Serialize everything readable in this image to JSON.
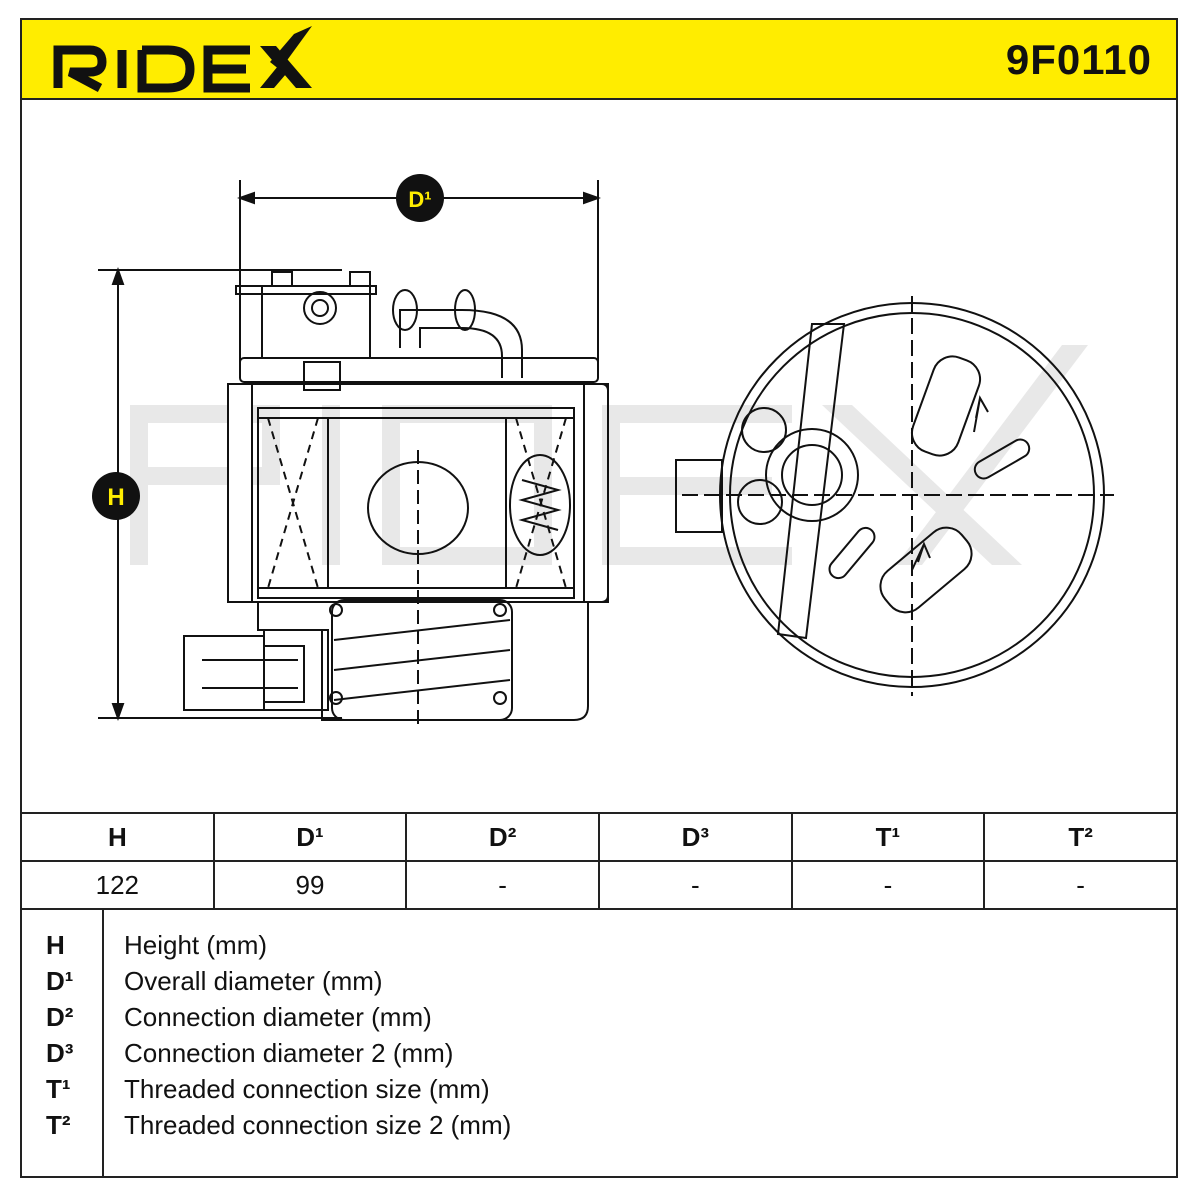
{
  "header": {
    "brand": "RIDEX",
    "part_number": "9F0110",
    "brand_color": "#ffed00"
  },
  "drawing": {
    "labels": {
      "height": "H",
      "diameter": "D¹"
    },
    "watermark": "RIDEX"
  },
  "table": {
    "headers": [
      "H",
      "D¹",
      "D²",
      "D³",
      "T¹",
      "T²"
    ],
    "values": [
      "122",
      "99",
      "-",
      "-",
      "-",
      "-"
    ]
  },
  "legend": [
    {
      "key": "H",
      "text": "Height (mm)"
    },
    {
      "key": "D¹",
      "text": "Overall diameter (mm)"
    },
    {
      "key": "D²",
      "text": "Connection diameter (mm)"
    },
    {
      "key": "D³",
      "text": "Connection diameter 2 (mm)"
    },
    {
      "key": "T¹",
      "text": "Threaded connection size (mm)"
    },
    {
      "key": "T²",
      "text": "Threaded connection size 2 (mm)"
    }
  ]
}
